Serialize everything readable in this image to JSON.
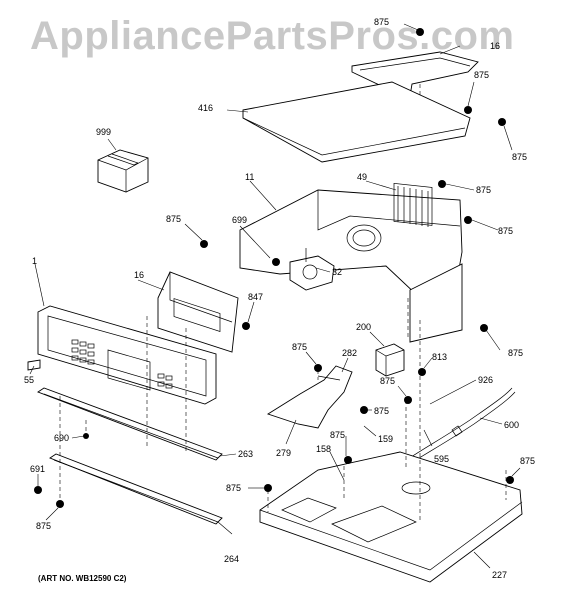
{
  "watermark": "AppliancePartsPros.com",
  "art_number": "(ART NO. WB12590 C2)",
  "callouts": {
    "c875_top": "875",
    "c16_top": "16",
    "c875_a": "875",
    "c416": "416",
    "c875_b": "875",
    "c999": "999",
    "c11": "11",
    "c49": "49",
    "c875_c": "875",
    "c875_d": "875",
    "c699": "699",
    "c875_e": "875",
    "c1": "1",
    "c16": "16",
    "c32": "32",
    "c847": "847",
    "c200": "200",
    "c875_f": "875",
    "c875_g": "875",
    "c282": "282",
    "c813": "813",
    "c55": "55",
    "c875_h": "875",
    "c926": "926",
    "c875_i": "875",
    "c600": "600",
    "c690": "690",
    "c875_j": "875",
    "c159": "159",
    "c263": "263",
    "c279": "279",
    "c158": "158",
    "c595": "595",
    "c691": "691",
    "c875_k": "875",
    "c875_l": "875",
    "c875_m": "875",
    "c264": "264",
    "c227": "227"
  }
}
